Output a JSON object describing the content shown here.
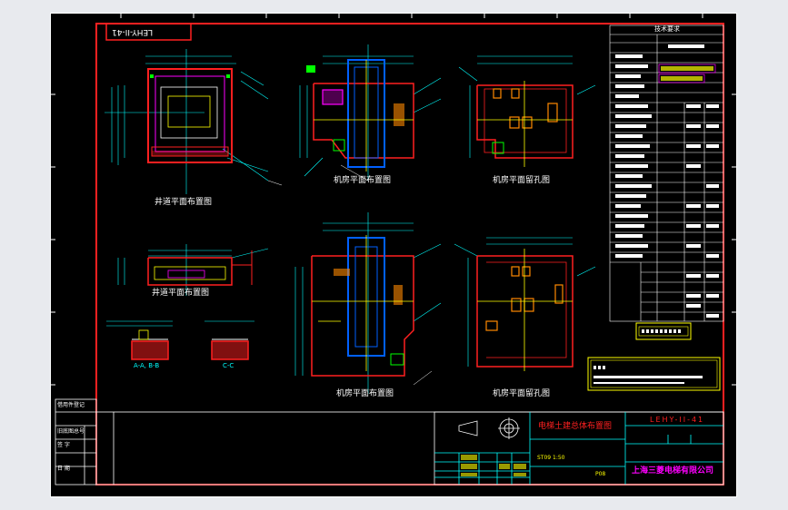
{
  "drawing_code_stamp": "LEHY-II-41",
  "title_block": {
    "drawing_title": "电梯土建总体布置图",
    "drawing_code": "LEHY-II-41",
    "company": "上海三菱电梯有限公司",
    "scale_note": "ST09 1:50",
    "revision": "P08"
  },
  "views": {
    "hoistway_plan_top": "井道平面布置图",
    "hoistway_plan_bottom": "井道平面布置图",
    "machine_room_layout_top": "机房平面布置图",
    "machine_room_holes_top": "机房平面留孔图",
    "machine_room_layout_bottom": "机房平面布置图",
    "machine_room_holes_bottom": "机房平面留孔图",
    "section_aa_bb": "A-A, B-B",
    "section_cc": "C-C"
  },
  "spec_table": {
    "title": "技术要求"
  },
  "left_strip": {
    "label_1": "借用件登记",
    "label_2": "旧底图总号",
    "label_3": "签 字",
    "label_4": "日 期"
  },
  "colors": {
    "background": "#000000",
    "border": "#ff2020",
    "lines": "#00ffff",
    "text": "#ffffff",
    "highlight": "#ffff00"
  }
}
